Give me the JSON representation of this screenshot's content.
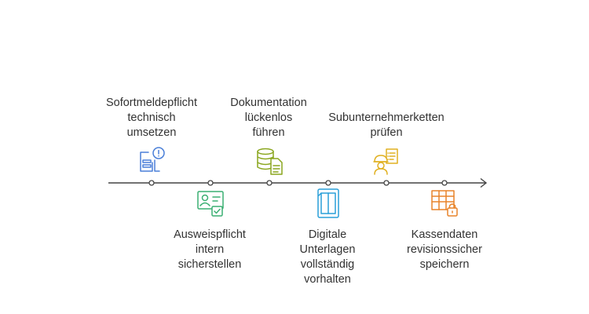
{
  "colors": {
    "axis": "#444444",
    "blue": "#4a7fd8",
    "green": "#3aaf72",
    "olive": "#8aa61e",
    "cyan": "#2a9fd8",
    "yellow": "#e0b020",
    "orange": "#e8832a"
  },
  "timeline": {
    "items": [
      {
        "lines": [
          "Sofortmeldepflicht",
          "technisch",
          "umsetzen"
        ],
        "position": "above",
        "icon": "form-alert-icon",
        "color": "#4a7fd8"
      },
      {
        "lines": [
          "Ausweispflicht",
          "intern",
          "sicherstellen"
        ],
        "position": "below",
        "icon": "id-card-check-icon",
        "color": "#3aaf72"
      },
      {
        "lines": [
          "Dokumentation",
          "lückenlos",
          "führen"
        ],
        "position": "above",
        "icon": "database-document-icon",
        "color": "#8aa61e"
      },
      {
        "lines": [
          "Digitale",
          "Unterlagen",
          "vollständig",
          "vorhalten"
        ],
        "position": "below",
        "icon": "tablet-icon",
        "color": "#2a9fd8"
      },
      {
        "lines": [
          "Subunternehmerketten",
          "prüfen"
        ],
        "position": "above",
        "icon": "worker-checklist-icon",
        "color": "#e0b020"
      },
      {
        "lines": [
          "Kassendaten",
          "revisionssicher",
          "speichern"
        ],
        "position": "below",
        "icon": "spreadsheet-lock-icon",
        "color": "#e8832a"
      }
    ]
  }
}
